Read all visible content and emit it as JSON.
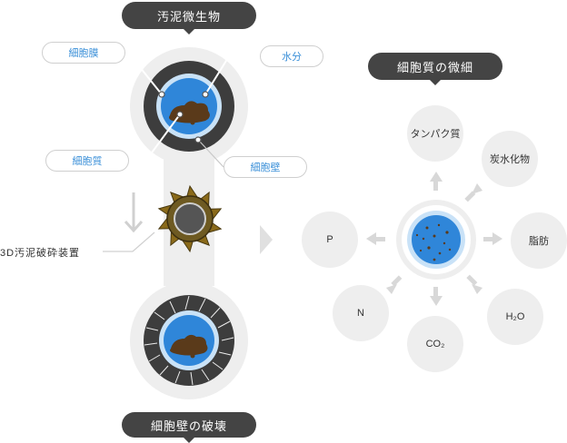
{
  "left": {
    "title": "汚泥微生物",
    "labels": {
      "membrane": "細胞膜",
      "water": "水分",
      "cytoplasm": "細胞質",
      "wall": "細胞壁"
    },
    "device": "3D汚泥破砕装置",
    "result": "細胞壁の破壊"
  },
  "right": {
    "title": "細胞質の微細",
    "components": {
      "protein": "タンパク質",
      "carbohydrate": "炭水化物",
      "fat": "脂肪",
      "water": "H₂O",
      "co2": "CO₂",
      "nitrogen": "N",
      "phosphorus": "P"
    }
  },
  "colors": {
    "dark": "#444444",
    "accent_blue": "#3a8fd8",
    "cell_blue": "#2f86d9",
    "sludge_brown": "#5a3a1a",
    "rotor_gold": "#8a6a1a",
    "circle_gray": "#eeeeee"
  }
}
